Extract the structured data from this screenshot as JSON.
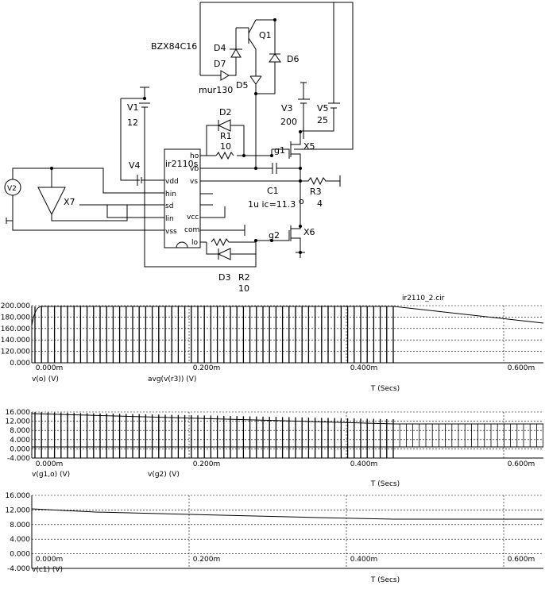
{
  "schematic": {
    "labels": {
      "bzx": "BZX84C16",
      "d4": "D4",
      "q1": "Q1",
      "d7": "D7",
      "d6": "D6",
      "mur": "mur130",
      "d5": "D5",
      "v1": "V1",
      "v1val": "12",
      "d2": "D2",
      "r1": "R1",
      "r1val": "10",
      "v3": "V3",
      "v3val": "200",
      "v5": "V5",
      "v5val": "25",
      "ic": "ir2110s",
      "ho": "ho",
      "vb": "vb",
      "vs": "vs",
      "vdd": "vdd",
      "hin": "hin",
      "sd": "sd",
      "lin": "lin",
      "vcc": "vcc",
      "com": "com",
      "lo": "lo",
      "vss": "vss",
      "v4": "V4",
      "v2": "V2",
      "x7": "X7",
      "g1": "g1",
      "x5": "X5",
      "c1": "C1",
      "c1val": "1u ic=11.3",
      "r3": "R3",
      "r3val": "4",
      "o": "o",
      "g2": "g2",
      "x6": "X6",
      "d3": "D3",
      "r2": "R2",
      "r2val": "10"
    }
  },
  "plots": [
    {
      "title": "ir2110_2.cir",
      "yticks": [
        "200.000",
        "180.000",
        "160.000",
        "140.000",
        "120.000",
        "0.000"
      ],
      "xticks": [
        "0.000m",
        "0.200m",
        "0.400m",
        "0.600m"
      ],
      "legends": [
        "v(o) (V)",
        "avg(v(r3)) (V)"
      ],
      "xlabel": "T (Secs)"
    },
    {
      "yticks": [
        "16.000",
        "12.000",
        "8.000",
        "4.000",
        "0.000",
        "-4.000"
      ],
      "xticks": [
        "0.000m",
        "0.200m",
        "0.400m",
        "0.600m"
      ],
      "legends": [
        "v(g1,o) (V)",
        "v(g2) (V)"
      ],
      "xlabel": "T (Secs)"
    },
    {
      "yticks": [
        "16.000",
        "12.000",
        "8.000",
        "4.000",
        "0.000",
        "-4.000"
      ],
      "xticks": [
        "0.000m",
        "0.200m",
        "0.400m",
        "0.600m"
      ],
      "legends": [
        "v(c1) (V)"
      ],
      "xlabel": "T (Secs)"
    }
  ]
}
